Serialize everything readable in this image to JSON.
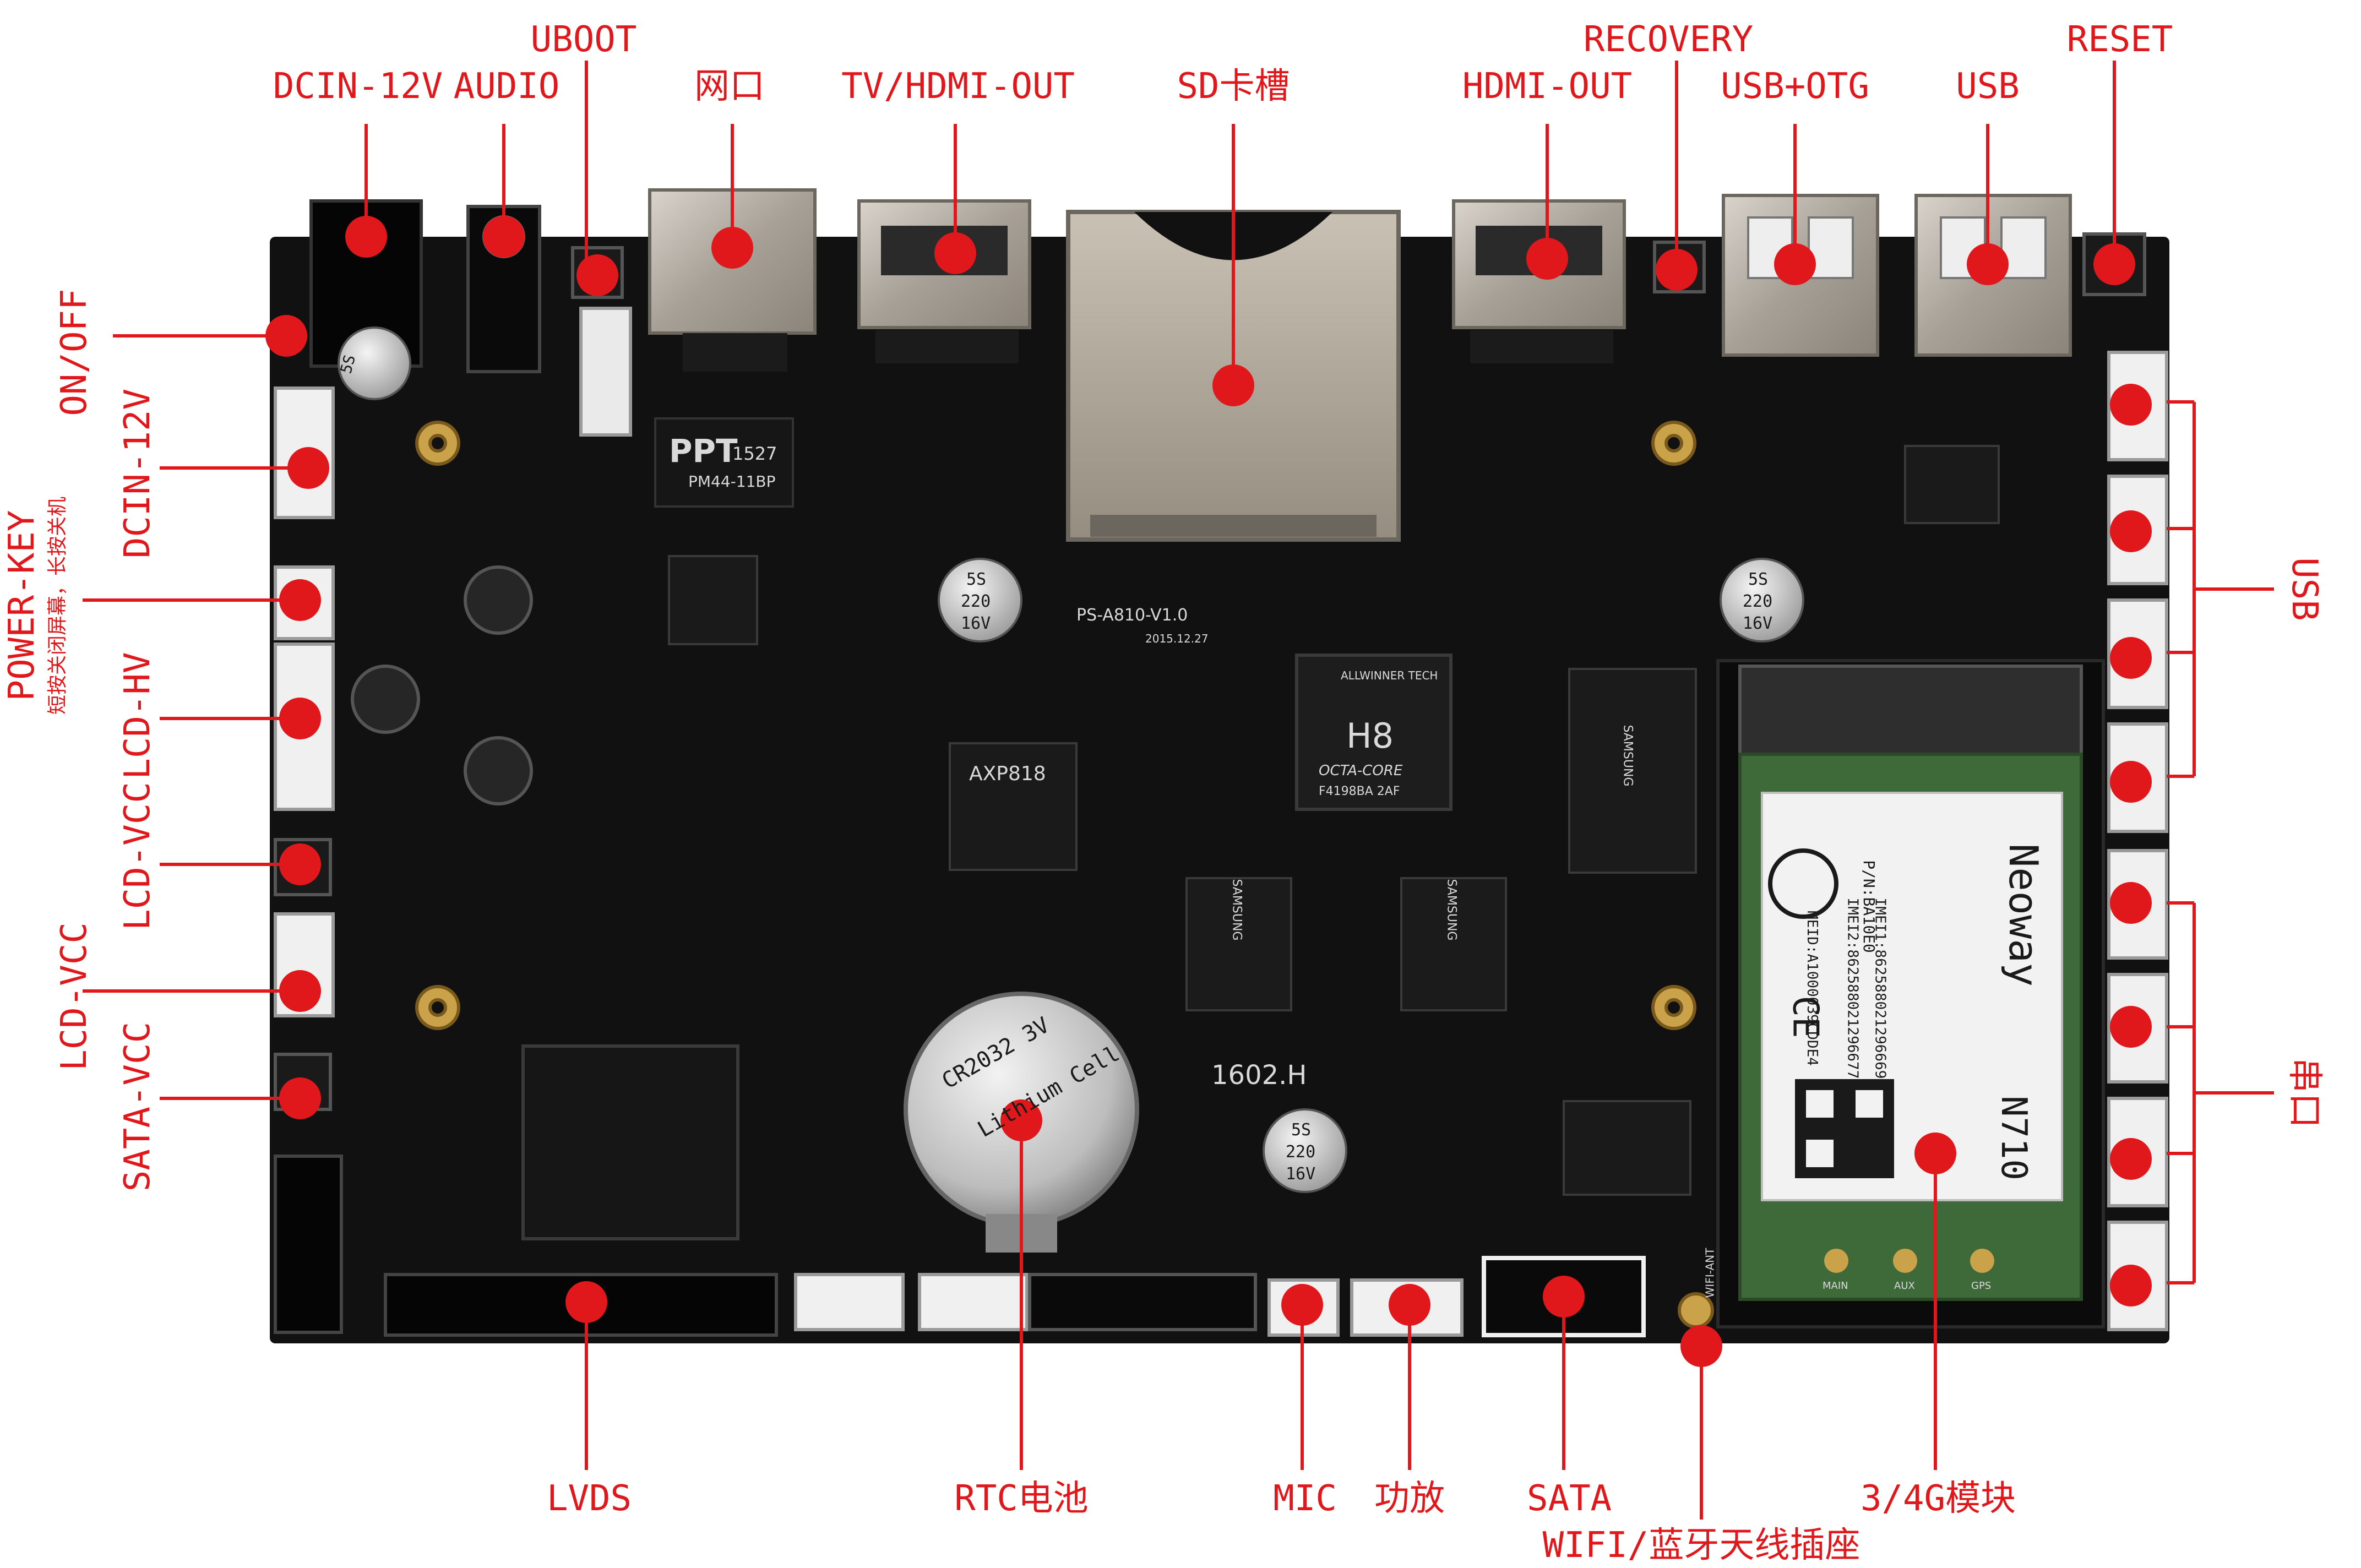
{
  "labels": {
    "dcin_top": "DCIN-12V",
    "audio": "AUDIO",
    "uboot": "UBOOT",
    "ethernet": "网口",
    "tv_hdmi_out": "TV/HDMI-OUT",
    "sd_slot": "SD卡槽",
    "hdmi_out": "HDMI-OUT",
    "recovery": "RECOVERY",
    "usb_otg": "USB+OTG",
    "usb_top": "USB",
    "reset": "RESET",
    "on_off": "ON/OFF",
    "dcin_side": "DCIN-12V",
    "power_key": "POWER-KEY",
    "power_key_note": "短按关闭屏幕，长按关机",
    "lcd_hv": "LCD-HV",
    "lcd_vcc_upper": "LCD-VCC",
    "lcd_vcc_lower": "LCD-VCC",
    "sata_vcc": "SATA-VCC",
    "usb_right": "USB",
    "serial": "串口",
    "lvds": "LVDS",
    "rtc_battery": "RTC电池",
    "mic": "MIC",
    "amplifier": "功放",
    "sata": "SATA",
    "wifi_bt_antenna": "WIFI/蓝牙天线插座",
    "module_3g4g": "3/4G模块"
  },
  "board_text": {
    "model": "PS-A810-V1.0",
    "date": "2015.12.27",
    "soc_brand": "ALLWINNER TECH",
    "soc_name": "H8",
    "soc_sub": "OCTA-CORE",
    "soc_code": "F4198BA 2AF",
    "pmic": "AXP818",
    "ppt": "PPT",
    "ppt_num": "1527",
    "ppt_sub": "PM44-11BP",
    "cap_a": "5S",
    "cap_b": "220",
    "cap_c": "16V",
    "battery_a": "CR2032 3V",
    "battery_b": "Lithium Cell",
    "mark_1602": "1602.H",
    "ram_brand": "SAMSUNG",
    "module_brand": "Neoway",
    "module_model": "N710",
    "imei1": "IMEI1:862588021296669",
    "imei2": "IMEI2:862588021296677",
    "meid": "MEID:A1000039CDDE4",
    "pn": "P/N:BA10E0",
    "ce": "CE",
    "wifi_ant": "WIFI-ANT",
    "module_main": "MAIN",
    "module_aux": "AUX",
    "module_gps": "GPS"
  },
  "colors": {
    "label": "#e0181c",
    "board": "#111111",
    "marker": "#e0181c"
  }
}
